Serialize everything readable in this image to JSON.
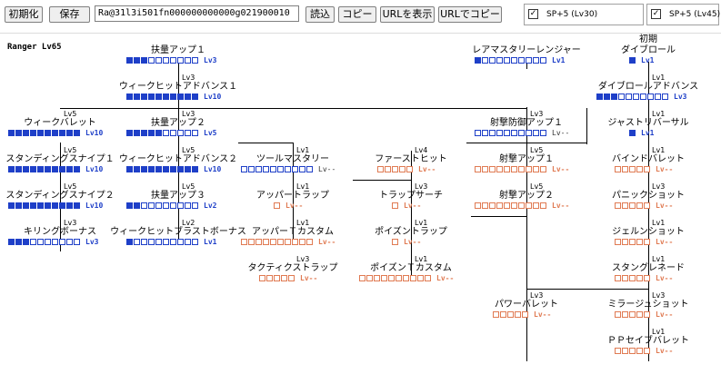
{
  "toolbar": {
    "init_label": "初期化",
    "save_label": "保存",
    "code_value": "Ra@31l3i501fn000000000000g021900010",
    "load_label": "読込",
    "copy_label": "コピー",
    "show_url_label": "URLを表示",
    "copy_url_label": "URLでコピー",
    "opt_sp30_label": "SP+5 (Lv30)",
    "opt_sp30_checked": "✓",
    "opt_sp45_label": "SP+5 (Lv45)",
    "opt_sp45_checked": "✓"
  },
  "tree_title": "Ranger Lv65",
  "colors": {
    "filled": "#1e3fc8",
    "locked": "#e07a52"
  },
  "skills": [
    {
      "name": "扶量アップ１",
      "filled": 3,
      "max": 10,
      "status": "Lv3",
      "style": "b"
    },
    {
      "name": "ウィークヒットアドバンス１",
      "filled": 10,
      "max": 10,
      "status": "Lv10",
      "style": "b",
      "req": "Lv3"
    },
    {
      "name": "ウィークバレット",
      "filled": 10,
      "max": 10,
      "status": "Lv10",
      "style": "b",
      "req": "Lv5"
    },
    {
      "name": "扶量アップ２",
      "filled": 5,
      "max": 10,
      "status": "Lv5",
      "style": "b",
      "req": "Lv3"
    },
    {
      "name": "スタンディングスナイプ１",
      "filled": 10,
      "max": 10,
      "status": "Lv10",
      "style": "b",
      "req": "Lv5"
    },
    {
      "name": "ウィークヒットアドバンス２",
      "filled": 10,
      "max": 10,
      "status": "Lv10",
      "style": "b",
      "req": "Lv5"
    },
    {
      "name": "スタンディングスナイプ２",
      "filled": 10,
      "max": 10,
      "status": "Lv10",
      "style": "b",
      "req": "Lv5"
    },
    {
      "name": "扶量アップ３",
      "filled": 2,
      "max": 10,
      "status": "Lv2",
      "style": "b",
      "req": "Lv5"
    },
    {
      "name": "キリングボーナス",
      "filled": 3,
      "max": 10,
      "status": "Lv3",
      "style": "b",
      "req": "Lv3"
    },
    {
      "name": "ウィークヒットブラストボーナス",
      "filled": 1,
      "max": 10,
      "status": "Lv1",
      "style": "b",
      "req": "Lv2"
    },
    {
      "name": "ツールマスタリー",
      "filled": 0,
      "max": 10,
      "status": "Lv--",
      "style": "k",
      "req": "Lv1"
    },
    {
      "name": "アッパートラップ",
      "filled": 0,
      "max": 1,
      "status": "Lv--",
      "style": "o",
      "req": "Lv1"
    },
    {
      "name": "アッパーＴカスタム",
      "filled": 0,
      "max": 10,
      "status": "Lv--",
      "style": "o",
      "req": "Lv1"
    },
    {
      "name": "タクティクストラップ",
      "filled": 0,
      "max": 5,
      "status": "Lv--",
      "style": "o",
      "req": "Lv3"
    },
    {
      "name": "ファーストヒット",
      "filled": 0,
      "max": 5,
      "status": "Lv--",
      "style": "o",
      "req": "Lv4"
    },
    {
      "name": "トラップサーチ",
      "filled": 0,
      "max": 1,
      "status": "Lv--",
      "style": "o",
      "req": "Lv3"
    },
    {
      "name": "ポイズントラップ",
      "filled": 0,
      "max": 1,
      "status": "Lv--",
      "style": "o",
      "req": "Lv1"
    },
    {
      "name": "ポイズンＴカスタム",
      "filled": 0,
      "max": 10,
      "status": "Lv--",
      "style": "o",
      "req": "Lv1"
    },
    {
      "name": "レアマスタリーレンジャー",
      "filled": 1,
      "max": 10,
      "status": "Lv1",
      "style": "b"
    },
    {
      "name": "射撃防御アップ１",
      "filled": 0,
      "max": 10,
      "status": "Lv--",
      "style": "k",
      "req": "Lv3"
    },
    {
      "name": "射撃アップ１",
      "filled": 0,
      "max": 10,
      "status": "Lv--",
      "style": "o",
      "req": "Lv5"
    },
    {
      "name": "射撃アップ２",
      "filled": 0,
      "max": 10,
      "status": "Lv--",
      "style": "o",
      "req": "Lv5"
    },
    {
      "name": "パワーバレット",
      "filled": 0,
      "max": 5,
      "status": "Lv--",
      "style": "o",
      "req": "Lv3"
    },
    {
      "name": "初期\nダイブロール",
      "filled": 1,
      "max": 1,
      "status": "Lv1",
      "style": "b"
    },
    {
      "name": "ダイブロールアドバンス",
      "filled": 3,
      "max": 10,
      "status": "Lv3",
      "style": "b",
      "req": "Lv1"
    },
    {
      "name": "ジャストリバーサル",
      "filled": 1,
      "max": 1,
      "status": "Lv1",
      "style": "b",
      "req": "Lv1"
    },
    {
      "name": "バインドバレット",
      "filled": 0,
      "max": 5,
      "status": "Lv--",
      "style": "o",
      "req": "Lv1"
    },
    {
      "name": "パニックショット",
      "filled": 0,
      "max": 5,
      "status": "Lv--",
      "style": "o",
      "req": "Lv3"
    },
    {
      "name": "ジェルンショット",
      "filled": 0,
      "max": 5,
      "status": "Lv--",
      "style": "o",
      "req": "Lv1"
    },
    {
      "name": "スタングレネード",
      "filled": 0,
      "max": 5,
      "status": "Lv--",
      "style": "o",
      "req": "Lv1"
    },
    {
      "name": "ミラージュショット",
      "filled": 0,
      "max": 5,
      "status": "Lv--",
      "style": "o",
      "req": "Lv3"
    },
    {
      "name": "ＰＰセイブバレット",
      "filled": 0,
      "max": 5,
      "status": "Lv--",
      "style": "o",
      "req": "Lv1"
    }
  ]
}
